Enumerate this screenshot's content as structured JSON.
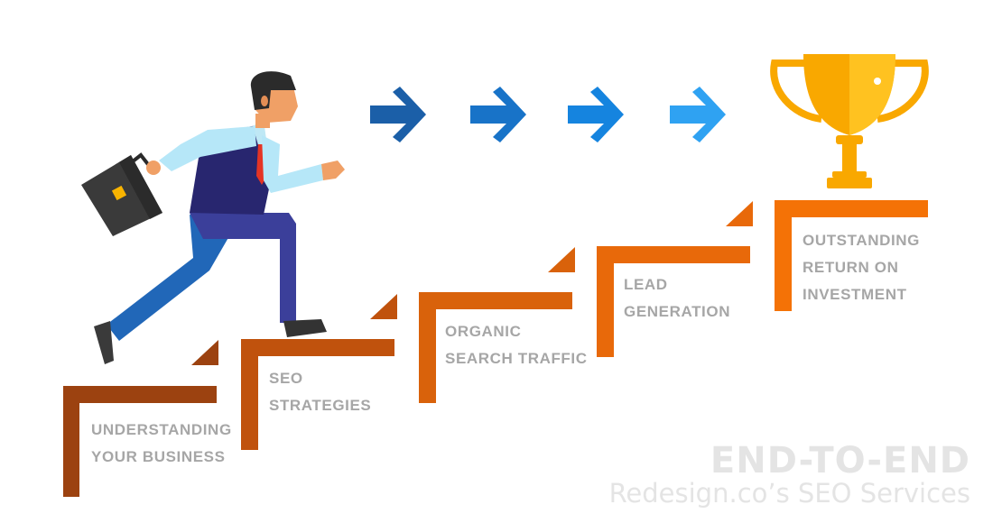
{
  "steps": [
    {
      "line1": "UNDERSTANDING",
      "line2": "YOUR BUSINESS"
    },
    {
      "line1": "SEO",
      "line2": "STRATEGIES"
    },
    {
      "line1": "ORGANIC",
      "line2": "SEARCH TRAFFIC"
    },
    {
      "line1": "LEAD",
      "line2": "GENERATION"
    },
    {
      "line1": "OUTSTANDING",
      "line2": "RETURN ON",
      "line3": "INVESTMENT"
    }
  ],
  "footer": {
    "title": "END-TO-END",
    "subtitle": "Redesign.co’s SEO Services"
  },
  "colors": {
    "step_colors": [
      "#9c4210",
      "#c0520d",
      "#d9620b",
      "#e8690a",
      "#f47206"
    ],
    "arrow_colors": [
      "#1b5fa8",
      "#1873c8",
      "#1584df",
      "#2fa2f2"
    ],
    "trophy": "#f9a800",
    "label_text": "#a6a6a6",
    "footer_text": "#e4e4e4"
  },
  "icons": [
    "climbing-businessman-icon",
    "briefcase-icon",
    "right-arrow-icon",
    "trophy-icon"
  ]
}
